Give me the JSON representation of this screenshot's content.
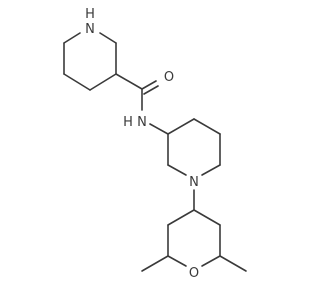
{
  "atoms": {
    "nh_piperidine": "N",
    "nh_piperidine_h": "H",
    "carbonyl_o": "O",
    "amide_n": "N",
    "amide_h": "H",
    "piperidine_n": "N",
    "ring_o": "O"
  },
  "colors": {
    "stroke": "#3a3a3a",
    "background": "#ffffff"
  }
}
